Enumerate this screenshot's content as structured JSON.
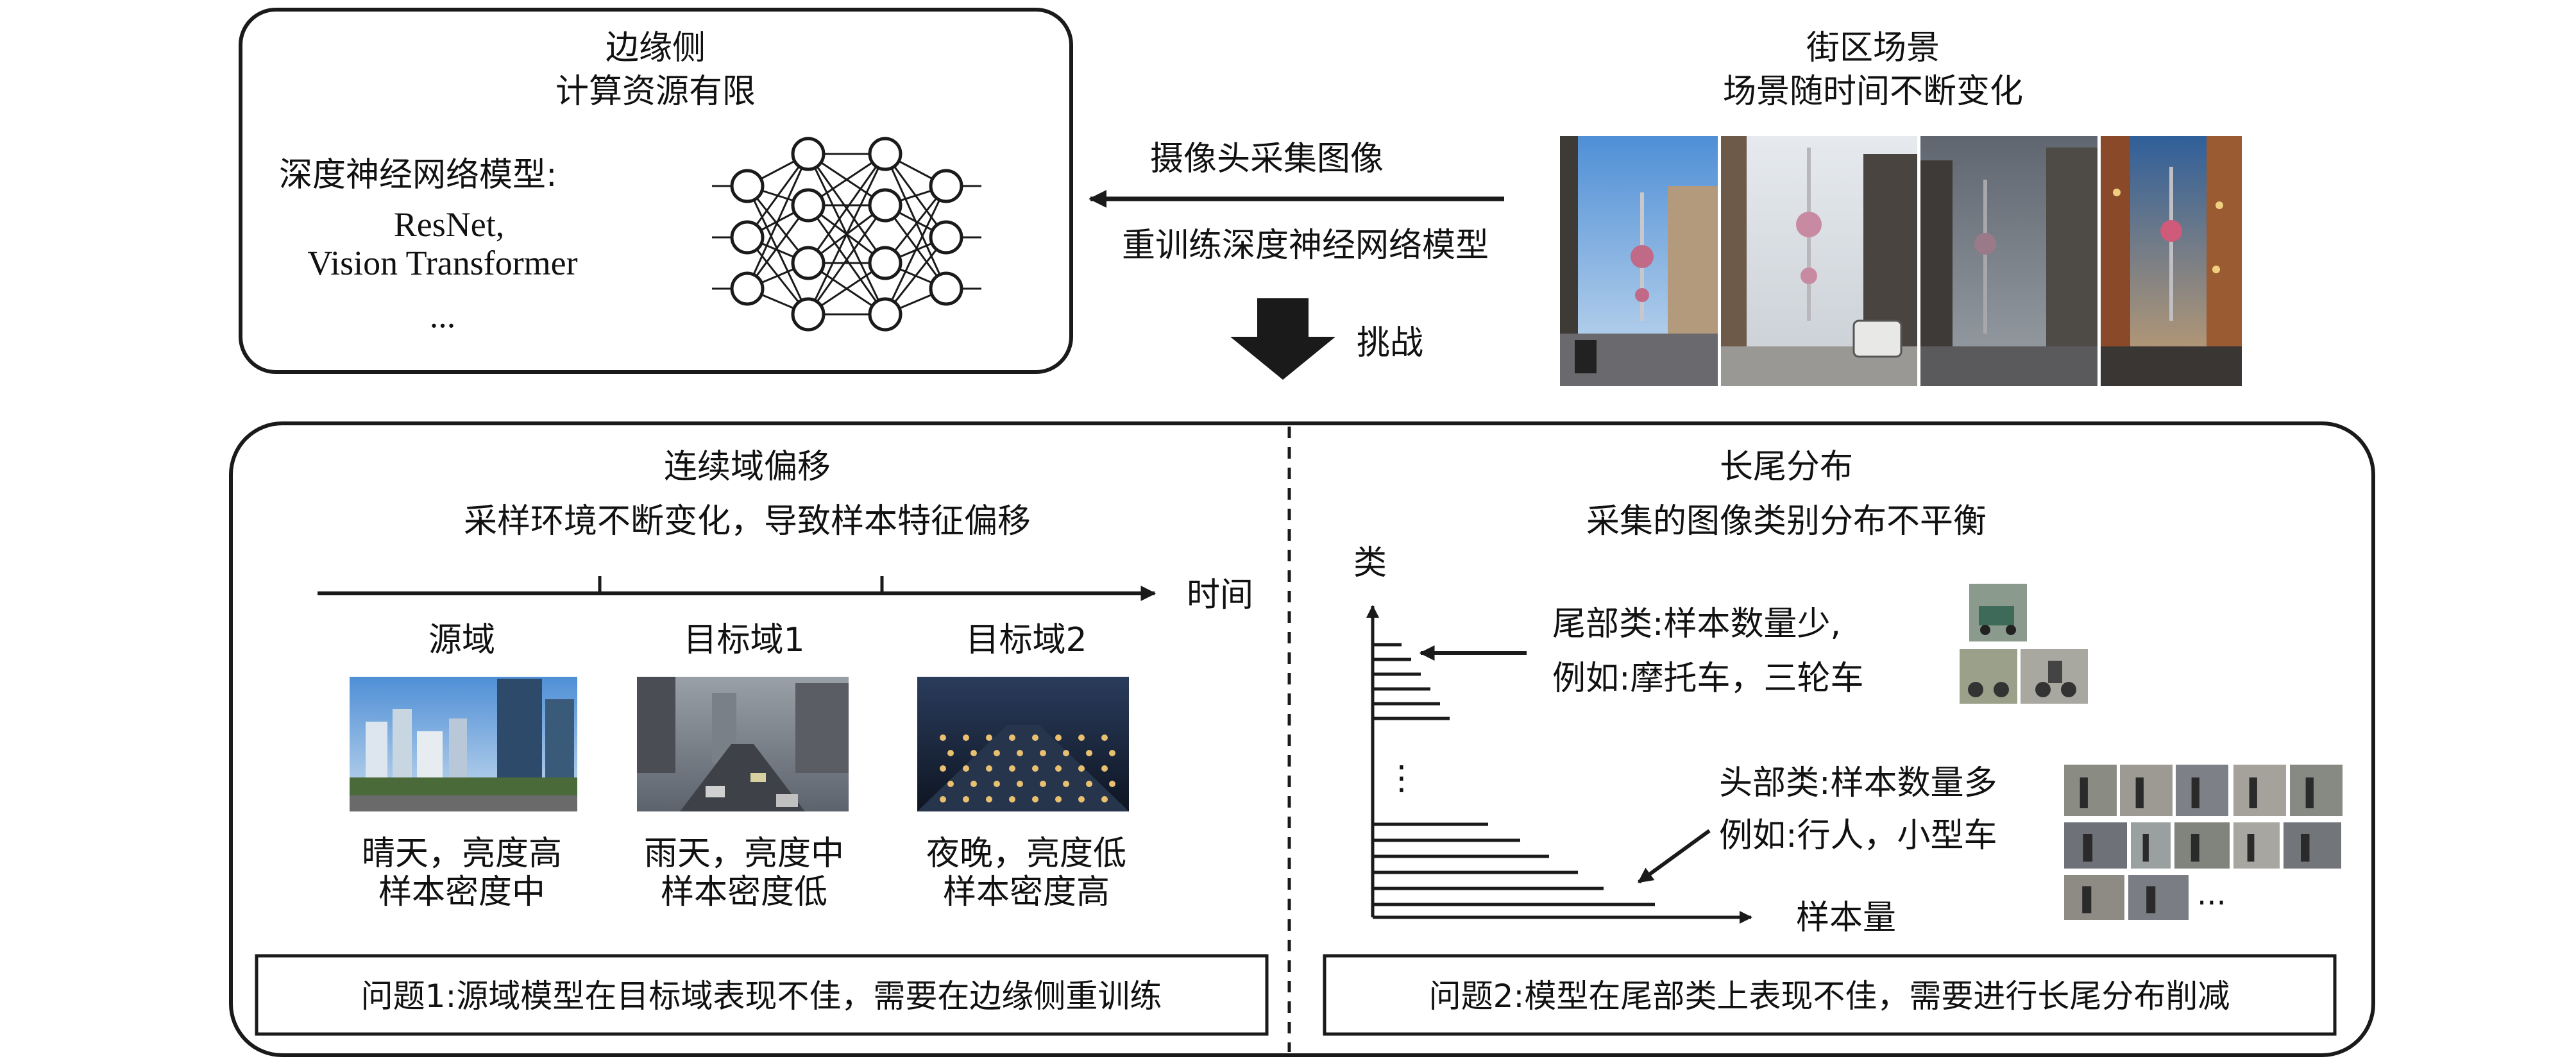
{
  "edge_box": {
    "title": "边缘侧",
    "subtitle": "计算资源有限",
    "model_label": "深度神经网络模型:",
    "models": [
      "ResNet,",
      "Vision Transformer"
    ],
    "ellipsis": "..."
  },
  "street_scene": {
    "title": "街区场景",
    "subtitle": "场景随时间不断变化"
  },
  "arrows": {
    "capture": "摄像头采集图像",
    "retrain": "重训练深度神经网络模型",
    "challenge": "挑战"
  },
  "domain_shift": {
    "title": "连续域偏移",
    "subtitle": "采样环境不断变化，导致样本特征偏移",
    "time_label": "时间",
    "domains": [
      {
        "name": "源域",
        "desc1": "晴天，亮度高",
        "desc2": "样本密度中"
      },
      {
        "name": "目标域1",
        "desc1": "雨天，亮度中",
        "desc2": "样本密度低"
      },
      {
        "name": "目标域2",
        "desc1": "夜晚，亮度低",
        "desc2": "样本密度高"
      }
    ],
    "problem": "问题1:源域模型在目标域表现不佳，需要在边缘侧重训练"
  },
  "long_tail": {
    "title": "长尾分布",
    "subtitle": "采集的图像类别分布不平衡",
    "y_label": "类",
    "x_label": "样本量",
    "tail_line1": "尾部类:样本数量少,",
    "tail_line2": "例如:摩托车，三轮车",
    "head_line1": "头部类:样本数量多",
    "head_line2": "例如:行人，小型车",
    "vertical_ellipsis": "⋮",
    "thumb_ellipsis": "...",
    "problem": "问题2:模型在尾部类上表现不佳，需要进行长尾分布削减"
  },
  "colors": {
    "stroke": "#1a1a1a",
    "sky_day": "#6aa0d8",
    "sky_rain": "#8a9098",
    "sky_night": "#1c2a40",
    "street_lights": "#e8c070"
  }
}
